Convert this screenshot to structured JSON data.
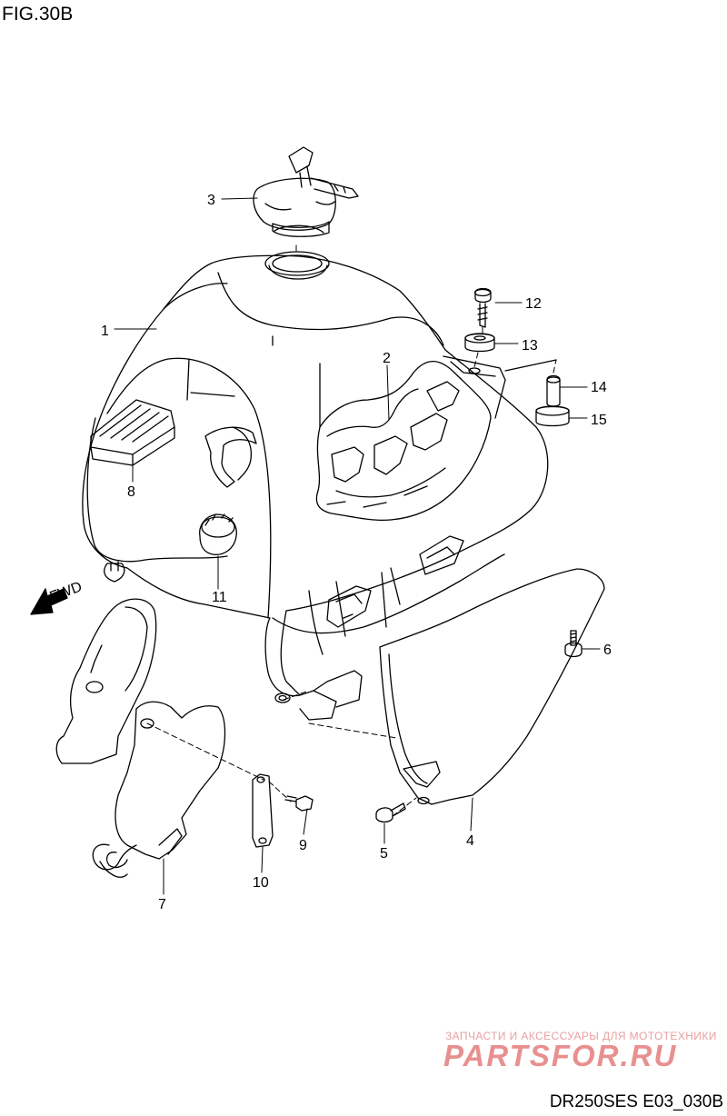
{
  "figure": {
    "title": "FIG.30B",
    "code": "DR250SES E03_030B"
  },
  "direction_tag": "FWD",
  "callouts": [
    "1",
    "2",
    "3",
    "4",
    "5",
    "6",
    "7",
    "8",
    "9",
    "10",
    "11",
    "12",
    "13",
    "14",
    "15"
  ],
  "watermark": {
    "tagline": "ЗАПЧАСТИ И АКСЕССУАРЫ ДЛЯ МОТОТЕХНИКИ",
    "brand": "PARTSFOR.RU",
    "color": "#e89090"
  }
}
